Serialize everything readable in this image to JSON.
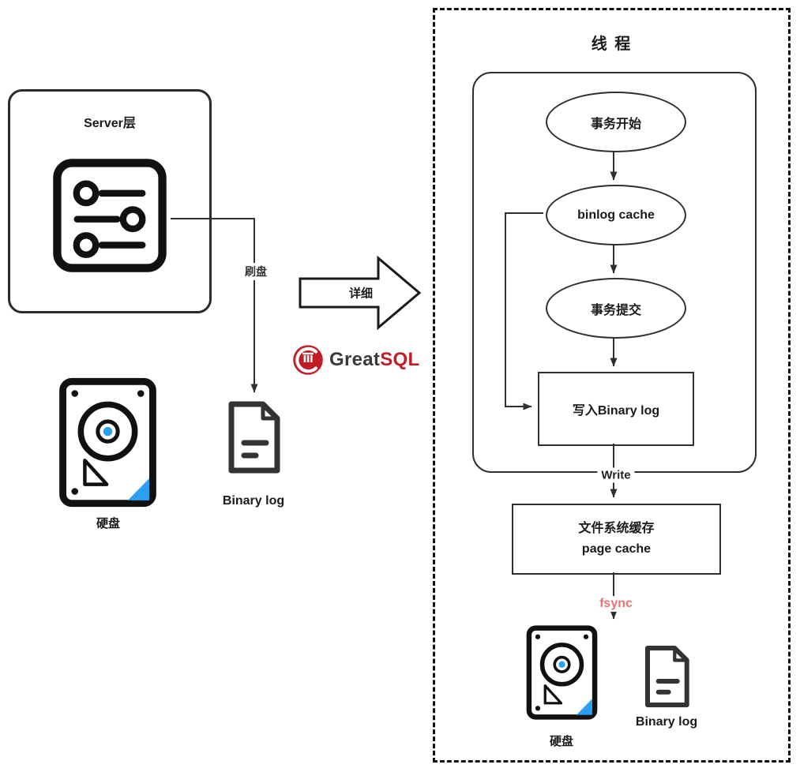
{
  "colors": {
    "stroke_dark": "#2f2f2f",
    "brand_red": "#c21d24",
    "fsync_red": "#e8736f",
    "disk_blue": "#2b9ff0"
  },
  "left": {
    "server_label": "Server层",
    "flush_label": "刷盘",
    "disk_label": "硬盘",
    "binlog_label": "Binary log"
  },
  "center": {
    "detail_label": "详细",
    "logo": {
      "text_primary": "Great",
      "text_accent": "SQL"
    }
  },
  "right": {
    "title": "线 程",
    "flow": {
      "node_begin": "事务开始",
      "node_cache": "binlog cache",
      "node_commit": "事务提交",
      "node_write": "写入Binary log"
    },
    "write_label": "Write",
    "page_cache_line1": "文件系统缓存",
    "page_cache_line2": "page cache",
    "fsync_label": "fsync",
    "disk_label": "硬盘",
    "binlog_label": "Binary log"
  }
}
